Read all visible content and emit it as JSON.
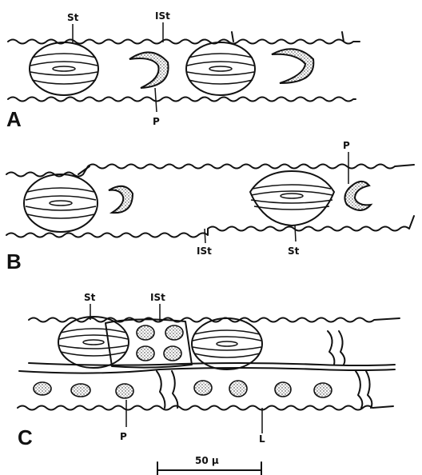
{
  "panels": {
    "A": {
      "letter": "A",
      "labels": {
        "stoma": "St",
        "interstomatal": "ISt",
        "papilla": "P"
      }
    },
    "B": {
      "letter": "B",
      "labels": {
        "stoma": "St",
        "interstomatal": "ISt",
        "papilla": "P"
      }
    },
    "C": {
      "letter": "C",
      "labels": {
        "stoma": "St",
        "interstomatal": "ISt",
        "papilla": "P",
        "lumen": "L"
      }
    }
  },
  "scale_bar": {
    "label": "50 µ"
  }
}
